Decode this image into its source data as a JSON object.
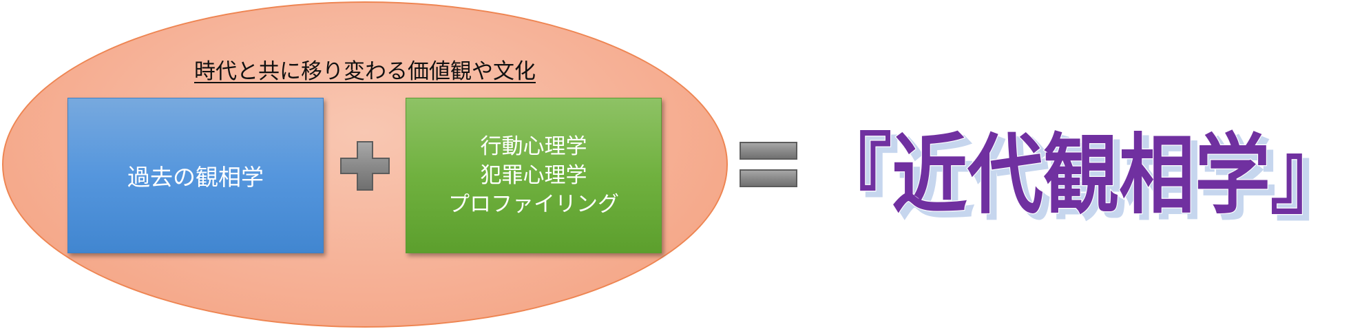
{
  "diagram": {
    "caption": "時代と共に移り変わる価値観や文化",
    "left_box": {
      "label": "過去の観相学",
      "color": "#5596dd"
    },
    "operator_plus": "plus-sign",
    "right_box": {
      "lines": [
        "行動心理学",
        "犯罪心理学",
        "プロファイリング"
      ],
      "color": "#70b13f"
    },
    "operator_equals": "equals-sign",
    "result": {
      "title": "『近代観相学』",
      "color": "#7030a0"
    },
    "ellipse_color": "#f6b095"
  }
}
